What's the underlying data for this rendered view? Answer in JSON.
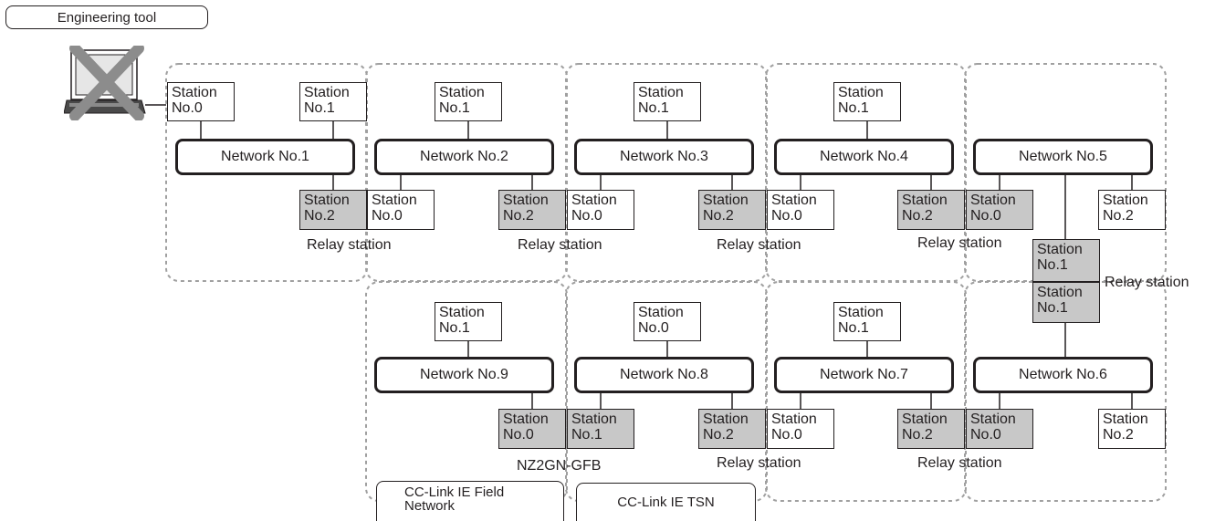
{
  "engineering_tool": {
    "label": "Engineering tool"
  },
  "stations": {
    "n1_no0": [
      "Station",
      "No.0"
    ],
    "n1_no1": [
      "Station",
      "No.1"
    ],
    "n1_no2": [
      "Station",
      "No.2"
    ],
    "n2_no1": [
      "Station",
      "No.1"
    ],
    "n2_no0": [
      "Station",
      "No.0"
    ],
    "n2_no2": [
      "Station",
      "No.2"
    ],
    "n3_no1": [
      "Station",
      "No.1"
    ],
    "n3_no0": [
      "Station",
      "No.0"
    ],
    "n3_no2": [
      "Station",
      "No.2"
    ],
    "n4_no1": [
      "Station",
      "No.1"
    ],
    "n4_no0": [
      "Station",
      "No.0"
    ],
    "n4_no2": [
      "Station",
      "No.2"
    ],
    "n5_no0": [
      "Station",
      "No.0"
    ],
    "n5_no2": [
      "Station",
      "No.2"
    ],
    "n5_no1": [
      "Station",
      "No.1"
    ],
    "n6_no1": [
      "Station",
      "No.1"
    ],
    "n6_no0": [
      "Station",
      "No.0"
    ],
    "n6_no2": [
      "Station",
      "No.2"
    ],
    "n7_no1": [
      "Station",
      "No.1"
    ],
    "n7_no2": [
      "Station",
      "No.2"
    ],
    "n7_no0": [
      "Station",
      "No.0"
    ],
    "n8_no0_top": [
      "Station",
      "No.0"
    ],
    "n8_no2": [
      "Station",
      "No.2"
    ],
    "n8_no1": [
      "Station",
      "No.1"
    ],
    "n9_no1": [
      "Station",
      "No.1"
    ],
    "n9_no0": [
      "Station",
      "No.0"
    ]
  },
  "networks": {
    "n1": "Network No.1",
    "n2": "Network No.2",
    "n3": "Network No.3",
    "n4": "Network No.4",
    "n5": "Network No.5",
    "n6": "Network No.6",
    "n7": "Network No.7",
    "n8": "Network No.8",
    "n9": "Network No.9"
  },
  "labels": {
    "relay_station": "Relay station",
    "gateway": "NZ2GN-GFB"
  },
  "tags": {
    "field": [
      "CC-Link IE Field",
      "Network"
    ],
    "tsn": "CC-Link IE TSN"
  },
  "colors": {
    "line": "#231f20",
    "relay_fill": "#c8c8c8",
    "cross": "#8c8c8c",
    "dashed_border": "#a0a0a0"
  }
}
